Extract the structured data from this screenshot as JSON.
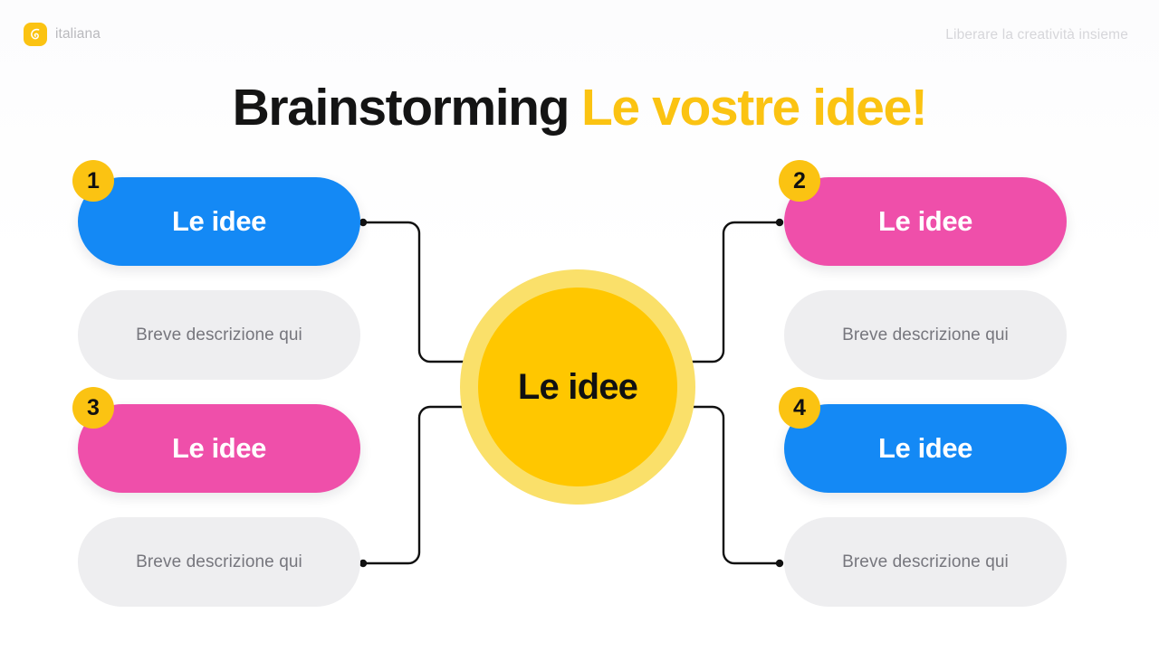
{
  "header": {
    "brand_name": "italiana",
    "brand_icon": "swirl-logo-icon",
    "tagline": "Liberare la creatività insieme"
  },
  "title": {
    "main": "Brainstorming",
    "accent": "Le vostre idee!"
  },
  "center": {
    "label": "Le idee"
  },
  "branches": [
    {
      "number": "1",
      "label": "Le idee",
      "description": "Breve descrizione qui",
      "color": "blue"
    },
    {
      "number": "2",
      "label": "Le idee",
      "description": "Breve descrizione qui",
      "color": "pink"
    },
    {
      "number": "3",
      "label": "Le idee",
      "description": "Breve descrizione qui",
      "color": "pink"
    },
    {
      "number": "4",
      "label": "Le idee",
      "description": "Breve descrizione qui",
      "color": "blue"
    }
  ],
  "colors": {
    "accent_yellow": "#FBC312",
    "hub_inner": "#FFC700",
    "hub_halo": "#FAE06A",
    "blue": "#1489F5",
    "pink": "#EF4FAA",
    "card_gray": "#eeeef0",
    "text_dark": "#141414",
    "background": "#ffffff"
  }
}
